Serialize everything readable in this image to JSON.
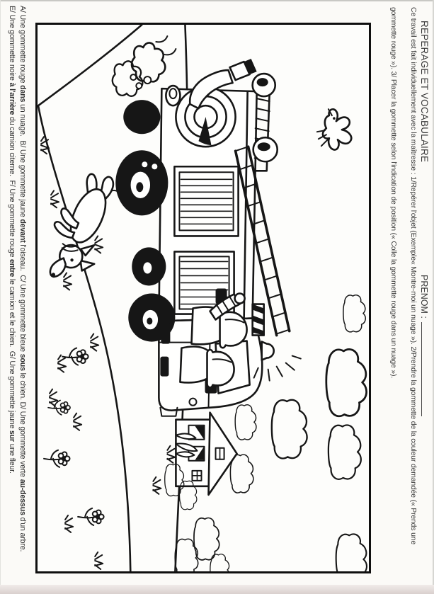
{
  "header": {
    "title": "REPERAGE ET VOCABULAIRE",
    "prenom_label": "PRENOM :",
    "instructions_line1": "Ce travail est fait individuellement avec la maîtresse : 1/Repérer l'objet (Exemple« Montre-moi un nuage »). 2/Prendre la gommette de la couleur demandée (« Prends une",
    "instructions_line2": "gommette rouge »). 3/ Placer la gommette selon l'indication de position (« Colle la gommette rouge dans un nuage »)."
  },
  "tasks": {
    "line1": {
      "t1": "A/ Une gommette rouge ",
      "b1": "dans",
      "t2": " un nuage.  B/ Une gommette jaune ",
      "b2": "devant",
      "t3": " l'oiseau.  C/ Une gommette bleue ",
      "b3": "sous",
      "t4": " le chien. D/ Une gommette verte ",
      "b4": "au-dessus",
      "t5": " d'un arbre."
    },
    "line2": {
      "t1": "E/ Une gommette noire ",
      "b1": "à l'arrière",
      "t2": " du camion citerne.  F/ Une gommette rouge ",
      "b2": "entre",
      "t3": " le camion et le chien.  G/ Une gommette jaune ",
      "b3": "sur",
      "t4": " une fleur."
    }
  },
  "illustration": {
    "type": "coloring-line-art",
    "orientation": "landscape page rotated 90 degrees clockwise in portrait scan",
    "scene": "Fire truck with two helmeted firefighters, rear hose reel and water cannon, extended ladder, driving right on a curved road; a dog leaps behind the truck; a bird flies among clouds; a house with shuttered windows, trees and bushes stands beyond the road; flowers and grass tufts dot the field.",
    "elements": [
      "fire-truck",
      "ladder",
      "firefighters",
      "beacon-light",
      "hose-reel",
      "water-cannon",
      "dog",
      "bird",
      "clouds",
      "road",
      "house",
      "trees",
      "bushes",
      "flowers",
      "grass"
    ]
  },
  "colors": {
    "ink": "#161616",
    "paper": "#fbfaf7",
    "frame_border": "#0f0f0f"
  }
}
